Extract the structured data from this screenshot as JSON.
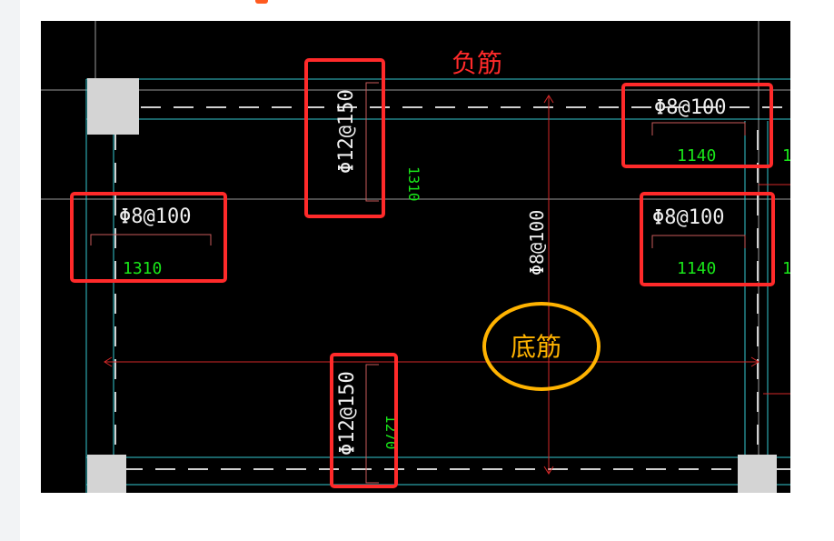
{
  "drawing": {
    "top_label": "负筋",
    "center_label": "底筋",
    "rebar": {
      "top_mid": {
        "spec": "Φ12@150",
        "length": "1310"
      },
      "top_right": {
        "spec": "Φ8@100",
        "length": "1140"
      },
      "left": {
        "spec": "Φ8@100",
        "length": "1310"
      },
      "right": {
        "spec": "Φ8@100",
        "length": "1140"
      },
      "bottom_mid": {
        "spec": "Φ12@150",
        "length": "1270"
      },
      "center_vertical": {
        "spec": "Φ8@100"
      }
    },
    "edge_fragments": {
      "right_top": "1",
      "right_mid": "1"
    }
  },
  "colors": {
    "canvas_bg": "#000000",
    "annotation_box": "#ff2a2a",
    "annotation_circle": "#ffb300",
    "cyan_line": "#33c9cf",
    "dash_line": "#bfbfbf",
    "rebar_green": "#19e619",
    "rebar_text": "#f0f0f0",
    "dim_red": "#d22828",
    "column_gray": "#d4d4d4"
  }
}
